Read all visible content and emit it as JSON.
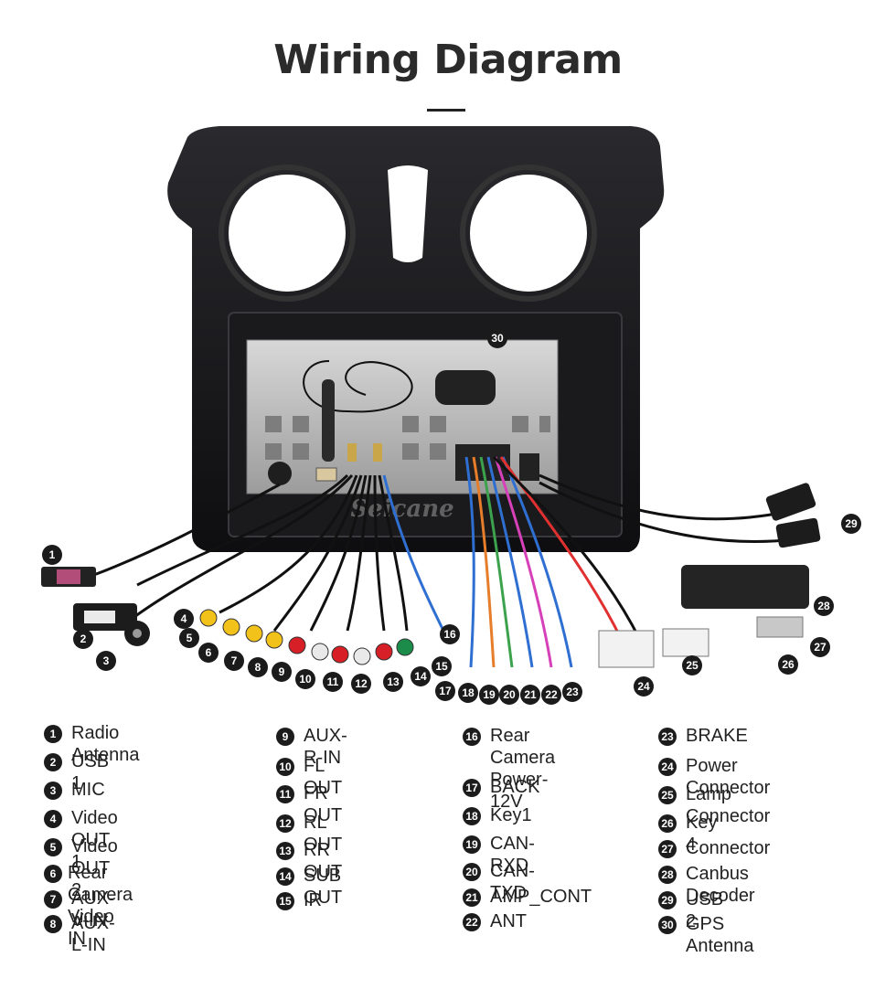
{
  "title": "Wiring Diagram",
  "watermark": "Seicane",
  "callouts": [
    "1",
    "2",
    "3",
    "4",
    "5",
    "6",
    "7",
    "8",
    "9",
    "10",
    "11",
    "12",
    "13",
    "14",
    "15",
    "16",
    "17",
    "18",
    "19",
    "20",
    "21",
    "22",
    "23",
    "24",
    "25",
    "26",
    "27",
    "28",
    "29",
    "30"
  ],
  "legend": [
    {
      "num": "1",
      "label": "Radio Antenna"
    },
    {
      "num": "2",
      "label": "USB 1"
    },
    {
      "num": "3",
      "label": "MIC"
    },
    {
      "num": "4",
      "label": "Video OUT 1"
    },
    {
      "num": "5",
      "label": "Video OUT 2"
    },
    {
      "num": "6",
      "label": "Rear Camera Video IN"
    },
    {
      "num": "7",
      "label": "AUX-V-IN"
    },
    {
      "num": "8",
      "label": "AUX-L-IN"
    },
    {
      "num": "9",
      "label": "AUX-R-IN"
    },
    {
      "num": "10",
      "label": "FL OUT"
    },
    {
      "num": "11",
      "label": "FR OUT"
    },
    {
      "num": "12",
      "label": "RL OUT"
    },
    {
      "num": "13",
      "label": "RR OUT"
    },
    {
      "num": "14",
      "label": "SUB OUT"
    },
    {
      "num": "15",
      "label": "IR"
    },
    {
      "num": "16",
      "label": "Rear Camera\nPower-12V"
    },
    {
      "num": "17",
      "label": "BACK"
    },
    {
      "num": "18",
      "label": "Key1"
    },
    {
      "num": "19",
      "label": "CAN-RXD"
    },
    {
      "num": "20",
      "label": "CAN-TXD"
    },
    {
      "num": "21",
      "label": "AMP_CONT"
    },
    {
      "num": "22",
      "label": "ANT"
    },
    {
      "num": "23",
      "label": "BRAKE"
    },
    {
      "num": "24",
      "label": "Power Connector"
    },
    {
      "num": "25",
      "label": "Lamp Connector"
    },
    {
      "num": "26",
      "label": "Key 4"
    },
    {
      "num": "27",
      "label": "Connector"
    },
    {
      "num": "28",
      "label": "Canbus Decoder"
    },
    {
      "num": "29",
      "label": "USB 2"
    },
    {
      "num": "30",
      "label": "GPS Antenna"
    }
  ]
}
